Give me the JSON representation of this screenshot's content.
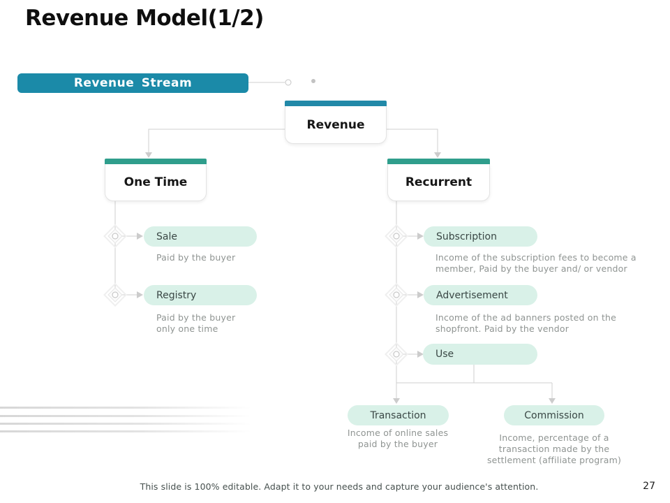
{
  "slide": {
    "title": "Revenue Model(1/2)",
    "footer": "This slide is 100% editable. Adapt it to your needs and capture your audience's attention.",
    "page_number": "27"
  },
  "colors": {
    "accent_blue": "#1b8aa8",
    "accent_green": "#2f9e8c",
    "pill_bg": "#d9f1e8",
    "connector_gray": "#cfcfcf"
  },
  "diagram": {
    "stream_label": "Revenue Stream",
    "root_label": "Revenue",
    "one_time": {
      "label": "One Time",
      "items": [
        {
          "label": "Sale",
          "desc": "Paid by the buyer"
        },
        {
          "label": "Registry",
          "desc": "Paid by the buyer only one time"
        }
      ]
    },
    "recurrent": {
      "label": "Recurrent",
      "items": [
        {
          "label": "Subscription",
          "desc": "Income of the subscription fees to become a member, Paid by the buyer and/ or vendor"
        },
        {
          "label": "Advertisement",
          "desc": "Income of the ad banners posted on the shopfront. Paid by the vendor"
        },
        {
          "label": "Use",
          "desc": ""
        }
      ],
      "use_children": [
        {
          "label": "Transaction",
          "desc": "Income of online sales paid by the buyer"
        },
        {
          "label": "Commission",
          "desc": "Income, percentage of a transaction made by the settlement (affiliate program)"
        }
      ]
    }
  }
}
